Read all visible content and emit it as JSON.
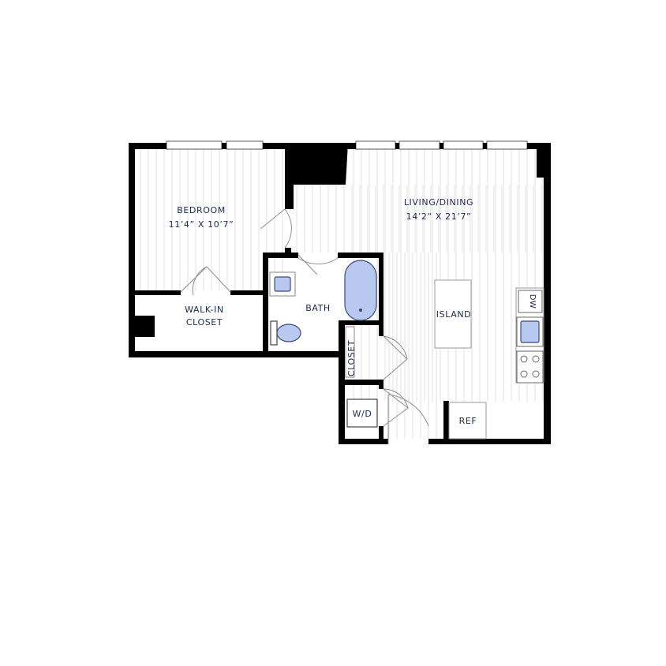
{
  "rooms": {
    "bedroom": {
      "name": "BEDROOM",
      "size": "11’4” X 10’7”"
    },
    "living": {
      "name": "LIVING/DINING",
      "size": "14’2” X 21’7”"
    },
    "walkin": {
      "line1": "WALK-IN",
      "line2": "CLOSET"
    },
    "bath": {
      "name": "BATH"
    },
    "island": {
      "name": "ISLAND"
    },
    "closet": {
      "name": "CLOSET"
    },
    "wd": {
      "name": "W/D"
    },
    "ref": {
      "name": "REF"
    },
    "dw": {
      "name": "DW"
    }
  },
  "colors": {
    "wall": "#000000",
    "label": "#1c2a4a",
    "fixture": "#b9c8ee",
    "floor_line": "#e2e2e2"
  }
}
